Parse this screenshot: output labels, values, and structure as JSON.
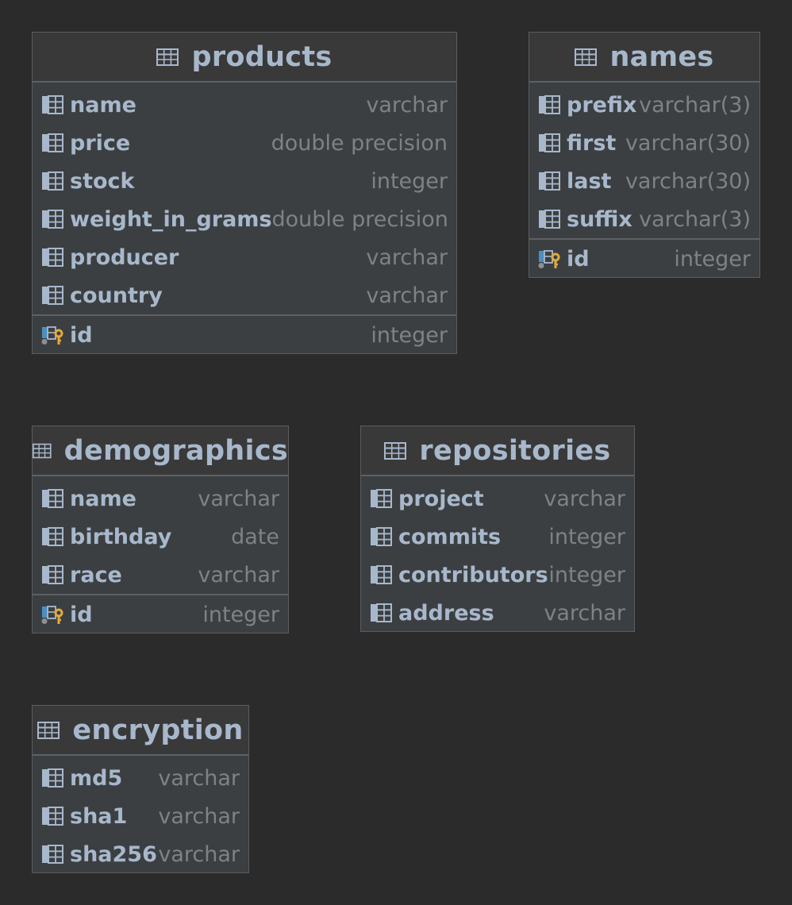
{
  "tables": {
    "products": {
      "title": "products",
      "columns": [
        {
          "name": "name",
          "type": "varchar"
        },
        {
          "name": "price",
          "type": "double precision"
        },
        {
          "name": "stock",
          "type": "integer"
        },
        {
          "name": "weight_in_grams",
          "type": "double precision"
        },
        {
          "name": "producer",
          "type": "varchar"
        },
        {
          "name": "country",
          "type": "varchar"
        }
      ],
      "pk": {
        "name": "id",
        "type": "integer"
      }
    },
    "names": {
      "title": "names",
      "columns": [
        {
          "name": "prefix",
          "type": "varchar(3)"
        },
        {
          "name": "first",
          "type": "varchar(30)"
        },
        {
          "name": "last",
          "type": "varchar(30)"
        },
        {
          "name": "suffix",
          "type": "varchar(3)"
        }
      ],
      "pk": {
        "name": "id",
        "type": "integer"
      }
    },
    "demographics": {
      "title": "demographics",
      "columns": [
        {
          "name": "name",
          "type": "varchar"
        },
        {
          "name": "birthday",
          "type": "date"
        },
        {
          "name": "race",
          "type": "varchar"
        }
      ],
      "pk": {
        "name": "id",
        "type": "integer"
      }
    },
    "repositories": {
      "title": "repositories",
      "columns": [
        {
          "name": "project",
          "type": "varchar"
        },
        {
          "name": "commits",
          "type": "integer"
        },
        {
          "name": "contributors",
          "type": "integer"
        },
        {
          "name": "address",
          "type": "varchar"
        }
      ]
    },
    "encryption": {
      "title": "encryption",
      "columns": [
        {
          "name": "md5",
          "type": "varchar"
        },
        {
          "name": "sha1",
          "type": "varchar"
        },
        {
          "name": "sha256",
          "type": "varchar"
        }
      ]
    }
  },
  "icons": {
    "table": "table-icon",
    "column": "column-icon",
    "primary_key": "primary-key-icon"
  },
  "colors": {
    "background": "#2b2b2b",
    "table_body": "#3c3f41",
    "title_text": "#a8b8cc",
    "type_text": "#7f8285",
    "key_gold": "#e3a93b",
    "key_blue": "#4a8fc4"
  }
}
